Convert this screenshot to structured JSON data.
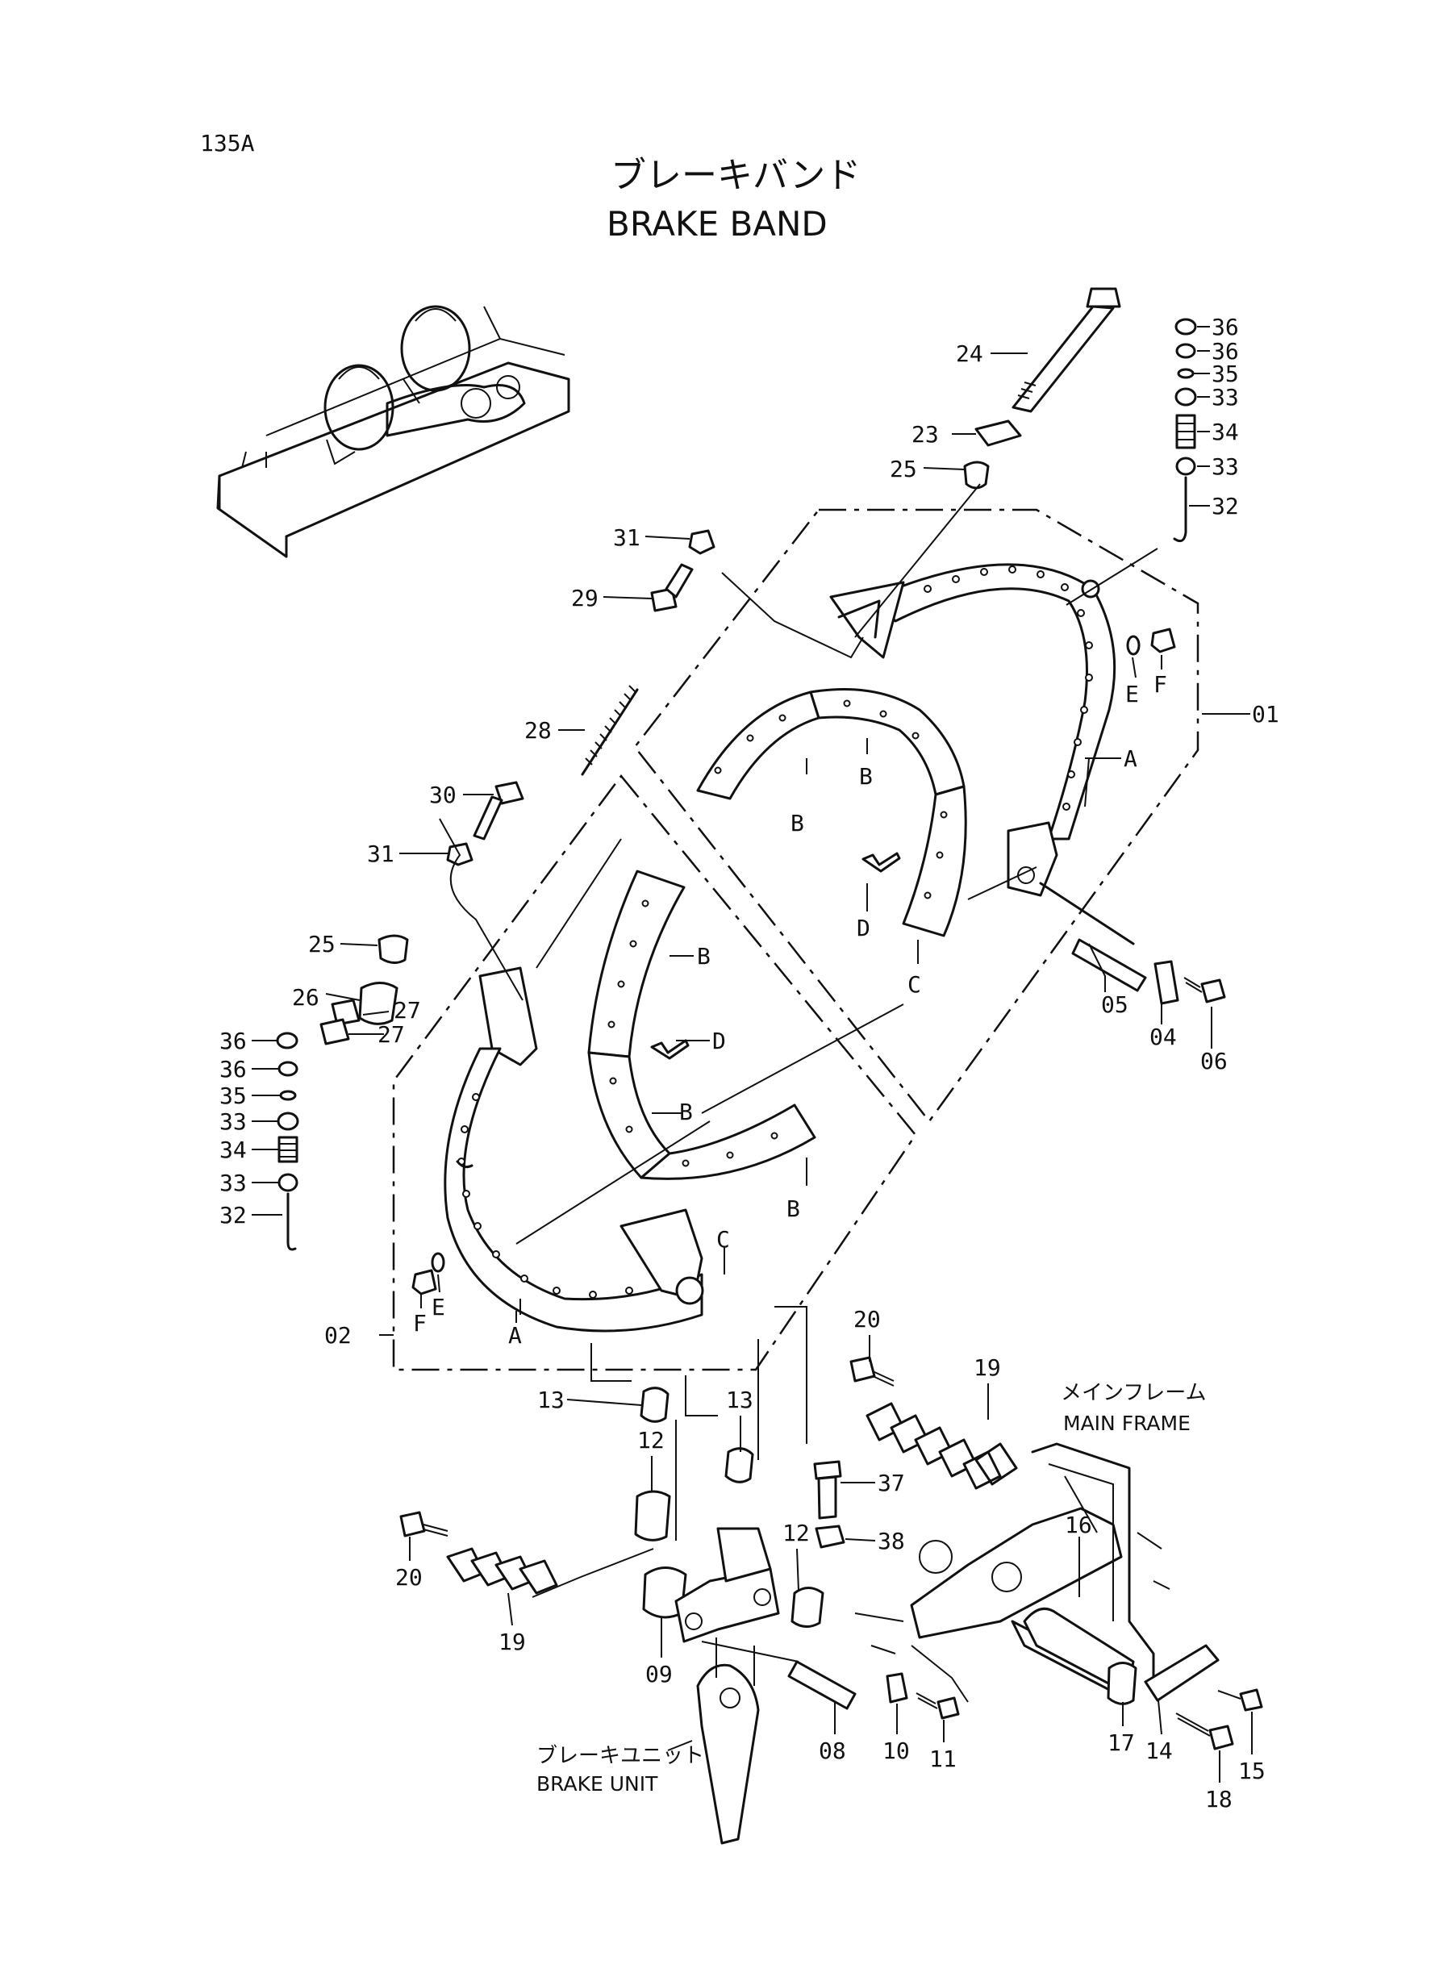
{
  "page_code": "135A",
  "title_jp": "ブレーキバンド",
  "title_en": "BRAKE BAND",
  "main_frame_jp": "メインフレーム",
  "main_frame_en": "MAIN FRAME",
  "brake_unit_jp": "ブレーキユニット",
  "brake_unit_en": "BRAKE UNIT",
  "callouts": {
    "p24": "24",
    "p23": "23",
    "p25a": "25",
    "p31a": "31",
    "p29": "29",
    "p28": "28",
    "p30": "30",
    "p31b": "31",
    "p25b": "25",
    "p26": "26",
    "p27a": "27",
    "p27b": "27",
    "p36a": "36",
    "p36b": "36",
    "p35a": "35",
    "p33a": "33",
    "p34a": "34",
    "p33b": "33",
    "p32a": "32",
    "p36c": "36",
    "p36d": "36",
    "p35b": "35",
    "p33c": "33",
    "p34b": "34",
    "p33d": "33",
    "p32b": "32",
    "p01": "01",
    "p02": "02",
    "p05": "05",
    "p04": "04",
    "p06": "06",
    "A1": "A",
    "A2": "A",
    "B1": "B",
    "B2": "B",
    "B3": "B",
    "B4": "B",
    "B5": "B",
    "C1": "C",
    "C2": "C",
    "D1": "D",
    "D2": "D",
    "E1": "E",
    "E2": "E",
    "F1": "F",
    "F2": "F",
    "p13a": "13",
    "p13b": "13",
    "p12a": "12",
    "p12b": "12",
    "p20a": "20",
    "p20b": "20",
    "p19a": "19",
    "p19b": "19",
    "p37": "37",
    "p38": "38",
    "p16": "16",
    "p09": "09",
    "p08": "08",
    "p10": "10",
    "p11": "11",
    "p17": "17",
    "p14": "14",
    "p18": "18",
    "p15": "15"
  }
}
